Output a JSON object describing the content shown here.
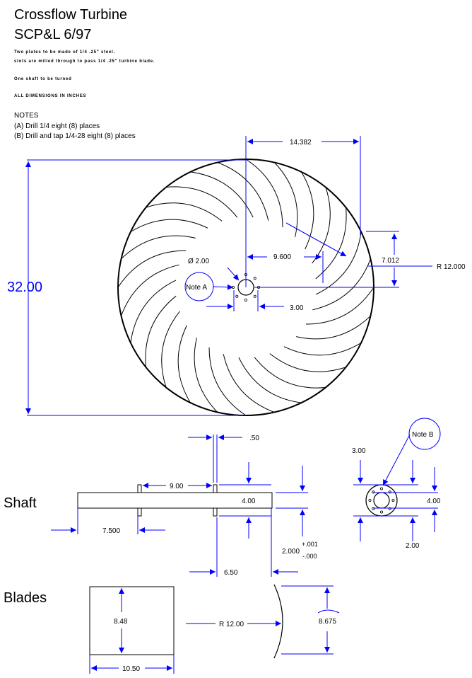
{
  "header": {
    "title_line1": "Crossflow Turbine",
    "title_line2": "SCP&L 6/97",
    "spec_line1": "Two plates to be made of 1/4 .25\" steel.",
    "spec_line2": "slots are milled through to pass 1/4 .25\" turbine blade.",
    "spec_line3": "One shaft to be turned",
    "spec_line4": "ALL DIMENSIONS IN INCHES",
    "notes_title": "NOTES",
    "note_a": "(A) Drill 1/4 eight (8) places",
    "note_b": "(B) Drill and tap 1/4-28 eight (8) places"
  },
  "runner": {
    "diameter_label": "32.00",
    "top_dim": "14.382",
    "blade_dim": "9.600",
    "offset_dim": "7.012",
    "radius_label": "R 12.000",
    "hub_label": "Ø 2.00",
    "hub_dim": "3.00",
    "note_a_label": "Note A"
  },
  "shaft": {
    "section_label": "Shaft",
    "dim_50": ".50",
    "dim_900": "9.00",
    "dim_400": "4.00",
    "dim_7500": "7.500",
    "dim_2000": "2.000",
    "tol_plus": "+.001",
    "tol_minus": "-.000",
    "dim_650": "6.50",
    "end_dim_300": "3.00",
    "end_dim_400": "4.00",
    "end_dim_200": "2.00",
    "note_b_label": "Note B"
  },
  "blades": {
    "section_label": "Blades",
    "height_dim": "8.48",
    "width_dim": "10.50",
    "radius_label": "R 12.00",
    "chord_dim": "8.675"
  },
  "colors": {
    "dimension": "#0000ff",
    "drawing": "#000000"
  }
}
